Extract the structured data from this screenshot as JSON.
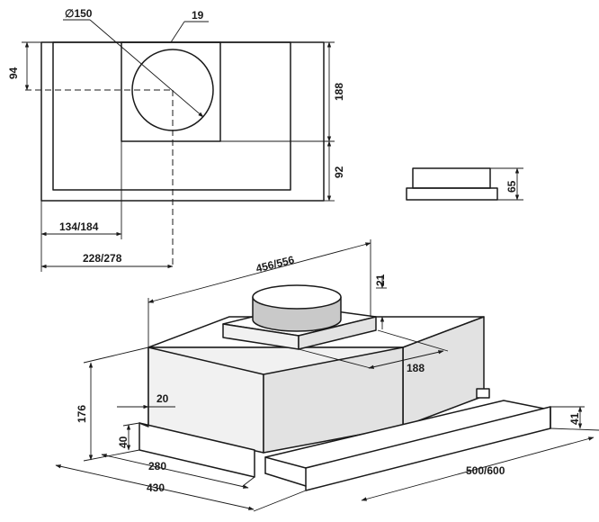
{
  "labels": {
    "diameter": "∅150",
    "offset_top": "19",
    "left_height": "94",
    "upper_height": "188",
    "lower_height": "92",
    "width_inner": "134/184",
    "width_outer": "228/278",
    "side_height": "65",
    "length_top": "456/556",
    "collar_height": "21",
    "spigot_offset": "188",
    "total_height": "176",
    "flange": "20",
    "base_height": "40",
    "depth": "280",
    "depth_total": "430",
    "drawer_width": "500/600",
    "drawer_height": "41"
  }
}
